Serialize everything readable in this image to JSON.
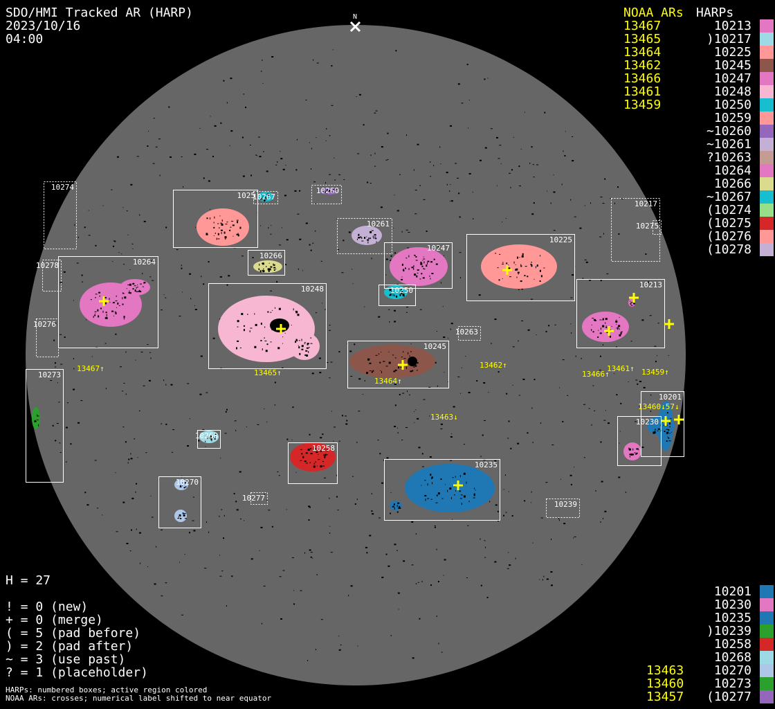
{
  "header": {
    "title": "SDO/HMI Tracked AR (HARP)",
    "date": "2023/10/16",
    "time": "04:00",
    "north_label": "N"
  },
  "legend_top": {
    "noaa_title": "NOAA ARs",
    "noaa": [
      "13467",
      "13465",
      "13464",
      "13462",
      "13466",
      "13461",
      "13459"
    ],
    "harps_title": "HARPs",
    "harps": [
      {
        "label": "10213",
        "color": "#e377c2"
      },
      {
        "label": ")10217",
        "color": "#9edae5"
      },
      {
        "label": "10225",
        "color": "#ff9896"
      },
      {
        "label": "10245",
        "color": "#8c564b"
      },
      {
        "label": "10247",
        "color": "#e377c2"
      },
      {
        "label": "10248",
        "color": "#f7b6d2"
      },
      {
        "label": "10250",
        "color": "#17becf"
      },
      {
        "label": "10259",
        "color": "#ff9896"
      },
      {
        "label": "~10260",
        "color": "#9467bd"
      },
      {
        "label": "~10261",
        "color": "#c5b0d5"
      },
      {
        "label": "?10263",
        "color": "#c49c94"
      },
      {
        "label": "10264",
        "color": "#e377c2"
      },
      {
        "label": "10266",
        "color": "#dbdb8d"
      },
      {
        "label": "~10267",
        "color": "#17becf"
      },
      {
        "label": "(10274",
        "color": "#98df8a"
      },
      {
        "label": "(10275",
        "color": "#d62728"
      },
      {
        "label": "(10276",
        "color": "#ff9896"
      },
      {
        "label": "(10278",
        "color": "#c5b0d5"
      }
    ]
  },
  "legend_bottom": {
    "noaa": [
      "13463",
      "13460",
      "13457"
    ],
    "harps": [
      {
        "label": "10201",
        "color": "#1f77b4"
      },
      {
        "label": "10230",
        "color": "#e377c2"
      },
      {
        "label": "10235",
        "color": "#1f77b4"
      },
      {
        "label": ")10239",
        "color": "#2ca02c"
      },
      {
        "label": "10258",
        "color": "#d62728"
      },
      {
        "label": "10268",
        "color": "#9edae5"
      },
      {
        "label": "10270",
        "color": "#aec7e8"
      },
      {
        "label": "10273",
        "color": "#2ca02c"
      },
      {
        "label": "(10277",
        "color": "#9467bd"
      }
    ]
  },
  "stats": {
    "h": "H = 27",
    "lines": [
      "! = 0 (new)",
      "+ = 0 (merge)",
      "( = 5 (pad before)",
      ") = 2 (pad after)",
      "~ = 3 (use past)",
      "? = 1 (placeholder)"
    ]
  },
  "footer": {
    "line1": "HARPs: numbered boxes; active region colored",
    "line2": "NOAA ARs: crosses; numerical label shifted to near equator"
  },
  "disk": {
    "harp_labels": {
      "10274": "10274",
      "10278": "10278",
      "10276": "10276",
      "10264": "10264",
      "10273": "10273",
      "10259": "1025",
      "10267": "10267",
      "10260": "10260",
      "10266": "10266",
      "10261": "10261",
      "10247": "10247",
      "10250": "10250",
      "10248": "10248",
      "10225": "10225",
      "10217": "10217",
      "10275": "10275",
      "10213": "10213",
      "10263": "10263",
      "10245": "10245",
      "10201": "10201",
      "10230": "10230",
      "10268": "10268",
      "10258": "10258",
      "10235": "10235",
      "10239": "10239",
      "10270": "10270",
      "10277": "10277"
    },
    "noaa_labels": [
      "13467↑",
      "13465↑",
      "13464↑",
      "13462↑",
      "13466↑",
      "13461↑",
      "13459↑",
      "13463↓",
      "13460↓57↓"
    ],
    "colors": {
      "disk": "#666666",
      "box": "#ffffff",
      "noaa": "#ffff00"
    }
  }
}
